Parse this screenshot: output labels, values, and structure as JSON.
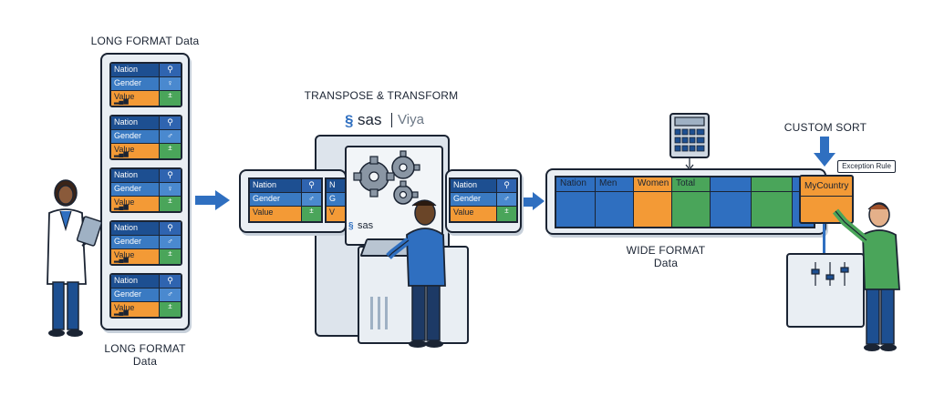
{
  "labels": {
    "long_top": "LONG FORMAT Data",
    "long_bottom_1": "LONG FORMAT",
    "long_bottom_2": "Data",
    "transpose": "TRANSPOSE & TRANSFORM",
    "sas": "sas",
    "viya": "Viya",
    "sas_small": "sas",
    "wide_1": "WIDE FORMAT",
    "wide_2": "Data",
    "custom_sort": "CUSTOM SORT",
    "exception_rule": "Exception Rule",
    "mycountry": "MyCountry"
  },
  "long_cards": [
    {
      "nation": "Nation",
      "gender": "Gender",
      "value": "Value",
      "gender_icon": "♀",
      "value_icon": "±"
    },
    {
      "nation": "Nation",
      "gender": "Gender",
      "value": "Value",
      "gender_icon": "♂",
      "value_icon": "±"
    },
    {
      "nation": "Nation",
      "gender": "Gender",
      "value": "Value",
      "gender_icon": "♀",
      "value_icon": "±"
    },
    {
      "nation": "Nation",
      "gender": "Gender",
      "value": "Value",
      "gender_icon": "♂",
      "value_icon": "±"
    },
    {
      "nation": "Nation",
      "gender": "Gender",
      "value": "Value",
      "gender_icon": "♂",
      "value_icon": "±"
    }
  ],
  "strip_card_left": {
    "nation": "Nation",
    "gender": "Gender",
    "value": "Value",
    "gender_icon": "♂",
    "value_icon": "±"
  },
  "strip_card_right": {
    "nation": "Nation",
    "gender": "Gender",
    "value": "Value",
    "gender_icon": "♂",
    "value_icon": "±"
  },
  "strip_card_mid": {
    "nation": "N",
    "gender": "G",
    "value": "V"
  },
  "wide_columns": [
    "Nation",
    "Men",
    "Women",
    "Total",
    "",
    "",
    ""
  ],
  "wide_colors": [
    "#2f6fc0",
    "#2f6fc0",
    "#f39a36",
    "#4aa55a",
    "#2f6fc0",
    "#4aa55a",
    "#2f6fc0"
  ],
  "colors": {
    "nation": "#1d4f91",
    "gender": "#3a7ac2",
    "value": "#f39a36",
    "green": "#4aa55a",
    "arrow": "#2f6fc0"
  }
}
